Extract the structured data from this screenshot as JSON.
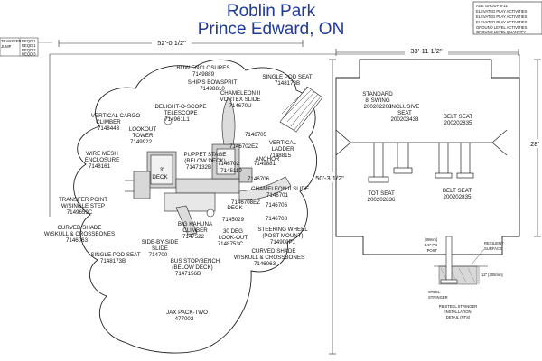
{
  "title": "Roblin Park",
  "subtitle": "Prince Edward, ON",
  "legend_box": [
    "AGE GROUP 5-12",
    "ELEVATED PLAY ACTIVITIES",
    "ELEVATED PLAY ACTIVITIES",
    "ELEVATED PLAY ACTIVITIES",
    "GROUND LEVEL ACTIVITIES",
    "GROUND LEVEL QUANTITY"
  ],
  "left_table": [
    "TRANSFER",
    "JUMP"
  ],
  "left_table_vals": [
    "REQD 1",
    "REQD 1",
    "REQD 2",
    "REQD 3"
  ],
  "dimensions": {
    "playground_width": "52'-0 1/2\"",
    "swing_width": "33'-11 1/2\"",
    "swing_height": "28'",
    "playground_height": "50'-3 1/2\""
  },
  "labels": {
    "bow_enclosures": "BOW ENCLOSURES",
    "bow_enclosures_code": "7149889",
    "ships_bowsprit": "SHIP'S BOWSPRIT",
    "ships_bowsprit_code": "71498810",
    "single_pod_seat_top": "SINGLE POD SEAT",
    "single_pod_seat_top_code": "7148173B",
    "chameleon_vortex": "CHAMELEON II",
    "chameleon_vortex2": "VORTEX SLIDE",
    "chameleon_vortex_code": "714670U",
    "delight_scope": "DELIGHT-O-SCOPE",
    "delight_scope2": "TELESCOPE",
    "delight_scope_code": "714961L1",
    "vertical_cargo": "VERTICAL CARGO",
    "vertical_cargo2": "CLIMBER",
    "vertical_cargo_code": "7148443",
    "lookout_tower": "LOOKOUT",
    "lookout_tower2": "TOWER",
    "lookout_tower_code": "7149922",
    "code_7146705": "7146705",
    "vertical_ladder": "VERTICAL",
    "vertical_ladder2": "LADDER",
    "vertical_ladder_code": "7148815",
    "puppet_stage": "PUPPET STAGE",
    "puppet_stage2": "(BELOW DECK)",
    "puppet_stage_code": "7147132B",
    "code_7146702": "7146702",
    "code_7145119": "7145119",
    "code_7146702ez": "7146702EZ",
    "anchor": "ANCHOR",
    "anchor_code": "7149881",
    "wire_mesh": "WIRE MESH",
    "wire_mesh2": "ENCLOSURE",
    "wire_mesh_code": "7148161",
    "deck_3": "3'",
    "deck_deck": "DECK",
    "chameleon_slide": "CHAMELEON II SLIDE",
    "chameleon_slide_code": "7146701",
    "transfer_point": "TRANSFER POINT",
    "transfer_point2": "W/SINGLE STEP",
    "transfer_point_code": "7149659C",
    "code_7146706": "7146706",
    "code_7146706b": "7146706",
    "code_7146708": "7146708",
    "code_7146708ez": "7146708EZ",
    "deck_label": "DECK",
    "deck_code": "7145029",
    "curved_shade_left": "CURVED SHADE",
    "curved_shade_left2": "W/SKULL & CROSSBONES",
    "curved_shade_left_code": "7146063",
    "big_kahuna": "BIG KAHUNA",
    "big_kahuna2": "CLIMBER",
    "big_kahuna_code": "7147522",
    "lookout_30": "30 DEG",
    "lookout_30b": "LOOK-OUT",
    "lookout_30_code": "7148753C",
    "steering_wheel": "STEERING WHEEL",
    "steering_wheel2": "(POST MOUNT)",
    "steering_wheel_code": "714900P1",
    "side_by_side": "SIDE-BY-SIDE",
    "side_by_side2": "SLIDE",
    "side_by_side_code": "714700",
    "curved_shade_right": "CURVED SHADE",
    "curved_shade_right2": "W/SKULL & CROSSBONES",
    "curved_shade_right_code": "7146063",
    "single_pod_seat_bottom": "SINGLE POD SEAT",
    "single_pod_seat_bottom_code": "7148173B",
    "bus_stop": "BUS STOP/BENCH",
    "bus_stop2": "(BELOW DECK)",
    "bus_stop_code": "7147156B",
    "jax_pack": "JAX PACK-TWO",
    "jax_pack_code": "477002",
    "standard_swing": "STANDARD",
    "standard_swing2": "8' SWING",
    "standard_swing_code": "200202208",
    "inclusive_seat": "INCLUSIVE",
    "inclusive_seat2": "SEAT",
    "inclusive_seat_code": "200203433",
    "belt_seat_top": "BELT SEAT",
    "belt_seat_top_code": "200202835",
    "tot_seat": "TOT SEAT",
    "tot_seat_code": "200202836",
    "belt_seat_bottom": "BELT SEAT",
    "belt_seat_bottom_code": "200202835"
  },
  "detail": {
    "d1": "[89mm]",
    "d2": "3.5\" PB",
    "d3": "POST",
    "resilient": "RESILIENT",
    "resilient2": "SURFACE",
    "depth": "12\" [305mm]",
    "steel": "STEEL",
    "stringer": "STRINGER",
    "caption1": "PB STEEL STRINGER",
    "caption2": "INSTALLATION",
    "caption3": "DETAIL (NTS)"
  }
}
